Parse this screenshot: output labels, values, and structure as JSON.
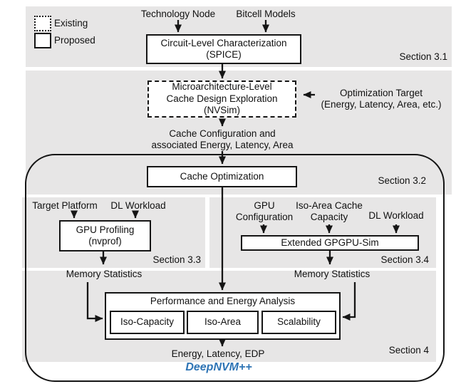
{
  "figure": {
    "title": "DeepNVM++",
    "colors": {
      "panel_bg": "#e7e6e6",
      "title_blue": "#2e74b5"
    },
    "legend": {
      "existing": "Existing",
      "proposed": "Proposed"
    },
    "top_inputs": {
      "technology_node": "Technology Node",
      "bitcell_models": "Bitcell Models"
    },
    "section_labels": {
      "s31": "Section 3.1",
      "s32": "Section 3.2",
      "s33": "Section 3.3",
      "s34": "Section 3.4",
      "s4": "Section 4"
    },
    "nodes": {
      "circuit_level": {
        "line1": "Circuit-Level Characterization",
        "line2": "(SPICE)"
      },
      "nvsim": {
        "line1": "Microarchitecture-Level",
        "line2": "Cache Design Exploration",
        "line3": "(NVSim)"
      },
      "cache_optimization": "Cache Optimization",
      "gpu_profiling": {
        "line1": "GPU Profiling",
        "line2": "(nvprof)"
      },
      "gpgpu_sim": "Extended GPGPU-Sim",
      "performance": {
        "title": "Performance and Energy Analysis",
        "items": [
          "Iso-Capacity",
          "Iso-Area",
          "Scalability"
        ]
      }
    },
    "flow_labels": {
      "optimization_target": {
        "line1": "Optimization Target",
        "line2": "(Energy, Latency, Area, etc.)"
      },
      "cache_config": {
        "line1": "Cache Configuration and",
        "line2": "associated Energy, Latency, Area"
      },
      "target_platform": "Target Platform",
      "dl_workload_left": "DL Workload",
      "gpu_configuration": {
        "line1": "GPU",
        "line2": "Configuration"
      },
      "iso_area_cache": {
        "line1": "Iso-Area Cache",
        "line2": "Capacity"
      },
      "dl_workload_right": "DL Workload",
      "memory_statistics_left": "Memory Statistics",
      "memory_statistics_right": "Memory Statistics",
      "energy_latency_edp": "Energy, Latency, EDP"
    }
  }
}
